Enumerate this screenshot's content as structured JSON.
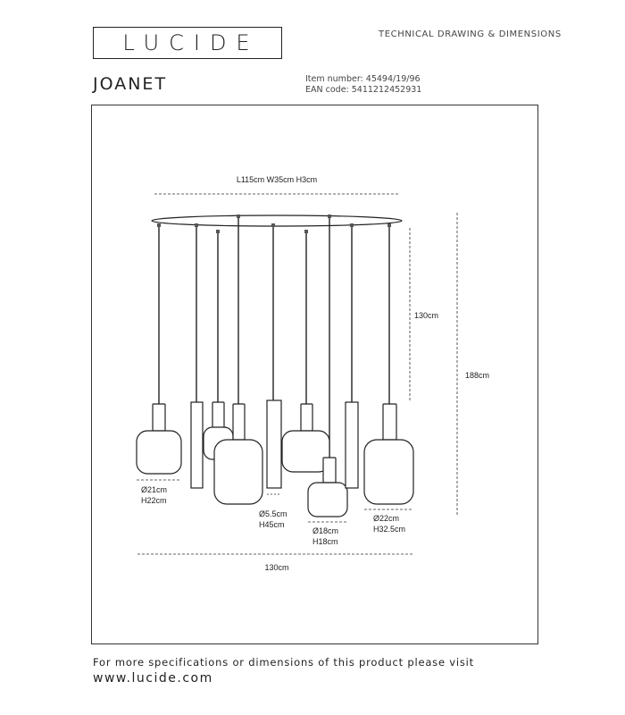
{
  "brand": {
    "logo": "LUCIDE",
    "header_title": "TECHNICAL DRAWING & DIMENSIONS"
  },
  "product": {
    "name": "JOANET",
    "item_number": "Item number: 45494/19/96",
    "ean": "EAN code: 5411212452931"
  },
  "dimensions": {
    "canopy": "L115cm  W35cm  H3cm",
    "drop_height": "130cm",
    "total_height": "188cm",
    "total_width": "130cm",
    "shade_small": {
      "diameter": "Ø21cm",
      "height": "H22cm"
    },
    "shade_tube": {
      "diameter": "Ø5.5cm",
      "height": "H45cm"
    },
    "shade_mini": {
      "diameter": "Ø18cm",
      "height": "H18cm"
    },
    "shade_large": {
      "diameter": "Ø22cm",
      "height": "H32.5cm"
    }
  },
  "footer": {
    "line": "For more specifications or dimensions of this product please visit",
    "url": "www.lucide.com"
  }
}
